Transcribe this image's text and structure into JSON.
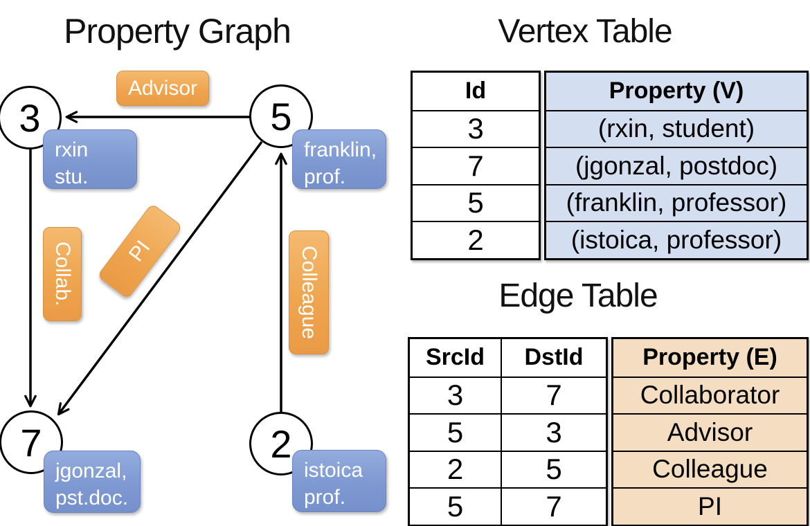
{
  "graph": {
    "title": "Property Graph",
    "nodes": [
      {
        "id": "3"
      },
      {
        "id": "5"
      },
      {
        "id": "7"
      },
      {
        "id": "2"
      }
    ],
    "vertex_properties": [
      {
        "text": "rxin\nstu."
      },
      {
        "text": "franklin,\nprof."
      },
      {
        "text": "jgonzal,\npst.doc."
      },
      {
        "text": "istoica\nprof."
      }
    ],
    "edge_labels": [
      {
        "text": "Advisor"
      },
      {
        "text": "Collab."
      },
      {
        "text": "PI"
      },
      {
        "text": "Colleague"
      }
    ]
  },
  "vertex_table": {
    "title": "Vertex Table",
    "columns": {
      "id": "Id",
      "property": "Property (V)"
    },
    "rows": [
      {
        "id": "3",
        "property": "(rxin, student)"
      },
      {
        "id": "7",
        "property": "(jgonzal, postdoc)"
      },
      {
        "id": "5",
        "property": "(franklin, professor)"
      },
      {
        "id": "2",
        "property": "(istoica, professor)"
      }
    ]
  },
  "edge_table": {
    "title": "Edge Table",
    "columns": {
      "src": "SrcId",
      "dst": "DstId",
      "property": "Property (E)"
    },
    "rows": [
      {
        "src": "3",
        "dst": "7",
        "property": "Collaborator"
      },
      {
        "src": "5",
        "dst": "3",
        "property": "Advisor"
      },
      {
        "src": "2",
        "dst": "5",
        "property": "Colleague"
      },
      {
        "src": "5",
        "dst": "7",
        "property": "PI"
      }
    ]
  },
  "colors": {
    "edge_label_orange": "#efa54f",
    "vertex_property_blue": "#7e99d2",
    "vertex_cell_blue": "#d3def1",
    "edge_cell_tan": "#f5ddc1",
    "line_black": "#000000"
  }
}
